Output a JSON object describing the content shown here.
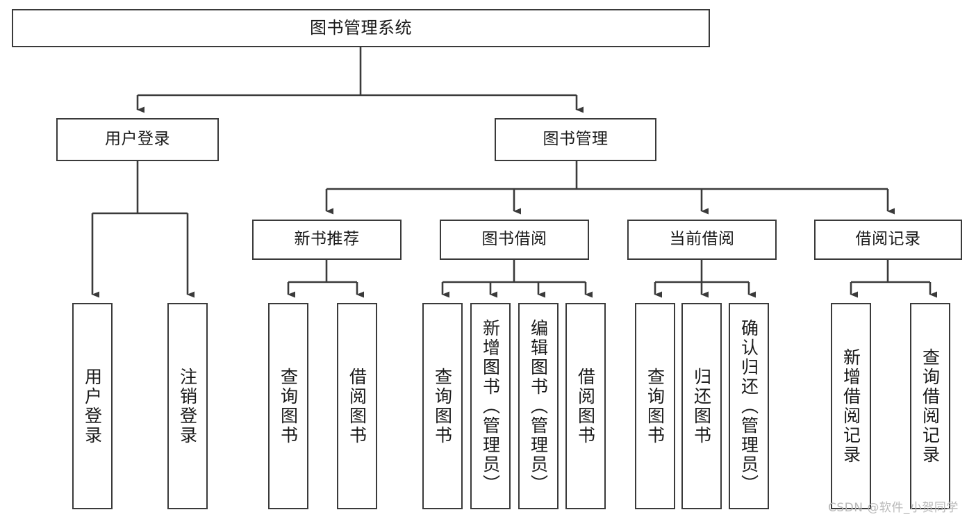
{
  "diagram": {
    "title": "图书管理系统",
    "type": "tree",
    "orientation": "top-down",
    "line_color": "#3a3a3a",
    "box_fill": "#ffffff",
    "text_color": "#1a1a1a"
  },
  "nodes": {
    "root": {
      "label": "图书管理系统",
      "level": 1
    },
    "l2": [
      {
        "id": "user-login",
        "label": "用户登录",
        "level": 2
      },
      {
        "id": "book-manage",
        "label": "图书管理",
        "level": 2
      }
    ],
    "l3": [
      {
        "id": "new-book-recommend",
        "label": "新书推荐",
        "level": 3
      },
      {
        "id": "book-borrow",
        "label": "图书借阅",
        "level": 3
      },
      {
        "id": "current-borrow",
        "label": "当前借阅",
        "level": 3
      },
      {
        "id": "borrow-record",
        "label": "借阅记录",
        "level": 3
      }
    ],
    "leaves": {
      "user_login": [
        {
          "id": "leaf-user-login",
          "label": "用户登录"
        },
        {
          "id": "leaf-logout-login",
          "label": "注销登录"
        }
      ],
      "new_book_recommend": [
        {
          "id": "leaf-query-book-1",
          "label": "查询图书"
        },
        {
          "id": "leaf-borrow-book-1",
          "label": "借阅图书"
        }
      ],
      "book_borrow": [
        {
          "id": "leaf-query-book-2",
          "label": "查询图书"
        },
        {
          "id": "leaf-add-book",
          "label": "新增图书（管理员）"
        },
        {
          "id": "leaf-edit-book",
          "label": "编辑图书（管理员）"
        },
        {
          "id": "leaf-borrow-book-2",
          "label": "借阅图书"
        }
      ],
      "current_borrow": [
        {
          "id": "leaf-query-book-3",
          "label": "查询图书"
        },
        {
          "id": "leaf-return-book",
          "label": "归还图书"
        },
        {
          "id": "leaf-confirm-return",
          "label": "确认归还（管理员）"
        }
      ],
      "borrow_record": [
        {
          "id": "leaf-add-record",
          "label": "新增借阅记录"
        },
        {
          "id": "leaf-query-record",
          "label": "查询借阅记录"
        }
      ]
    }
  },
  "watermark": {
    "text": "CSDN @软件_小贺同学"
  }
}
